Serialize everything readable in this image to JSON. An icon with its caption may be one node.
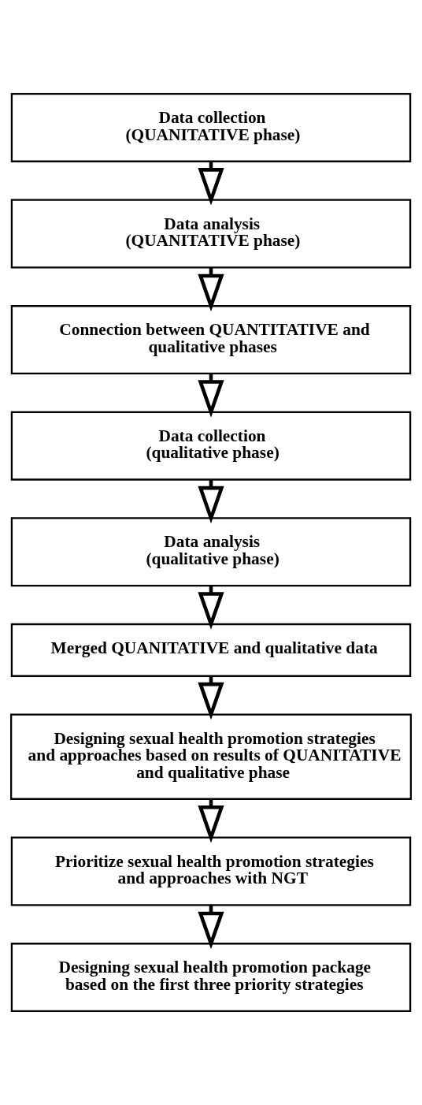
{
  "diagram": {
    "nodes": [
      {
        "text": [
          "Data collection",
          "(QUANITATIVE phase)"
        ]
      },
      {
        "text": [
          "Data analysis",
          "(QUANITATIVE phase)"
        ]
      },
      {
        "text": [
          "Connection between QUANTITATIVE and qualitative phases"
        ]
      },
      {
        "text": [
          "Data collection",
          "(qualitative phase)"
        ]
      },
      {
        "text": [
          "Data analysis",
          "(qualitative phase)"
        ]
      },
      {
        "text": [
          "Merged QUANITATIVE and qualitative data"
        ]
      },
      {
        "text": [
          "Designing sexual health promotion strategies and approaches based on results of QUANITATIVE and qualitative phase"
        ]
      },
      {
        "text": [
          "Prioritize sexual health promotion strategies and approaches with NGT"
        ]
      },
      {
        "text": [
          "Designing sexual health promotion package based on the first three priority strategies"
        ]
      }
    ],
    "edges": [
      {
        "from": 0,
        "to": 1,
        "arrow": "to"
      },
      {
        "from": 1,
        "to": 2,
        "arrow": "to"
      },
      {
        "from": 2,
        "to": 3,
        "arrow": "to"
      },
      {
        "from": 3,
        "to": 4,
        "arrow": "to"
      },
      {
        "from": 4,
        "to": 5,
        "arrow": "to"
      },
      {
        "from": 5,
        "to": 6,
        "arrow": "to"
      },
      {
        "from": 6,
        "to": 7,
        "arrow": "to"
      },
      {
        "from": 7,
        "to": 8,
        "arrow": "to"
      }
    ]
  }
}
